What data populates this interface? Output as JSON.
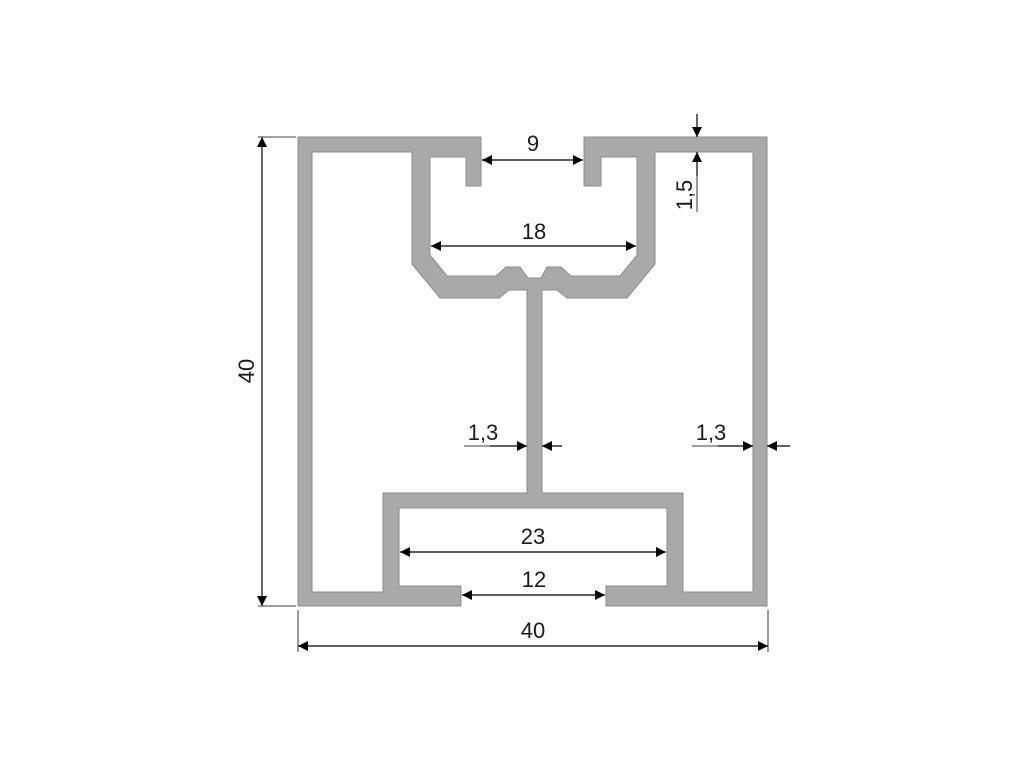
{
  "drawing": {
    "profile_color": "#a9a9a9",
    "dimension_color": "#000000",
    "dimensions": {
      "overall_width": "40",
      "overall_height": "40",
      "top_slot_opening": "9",
      "top_channel_width": "18",
      "wall_thickness_top": "1,5",
      "web_thickness": "1,3",
      "side_wall_thickness": "1,3",
      "bottom_channel_width": "23",
      "bottom_slot_opening": "12"
    }
  }
}
